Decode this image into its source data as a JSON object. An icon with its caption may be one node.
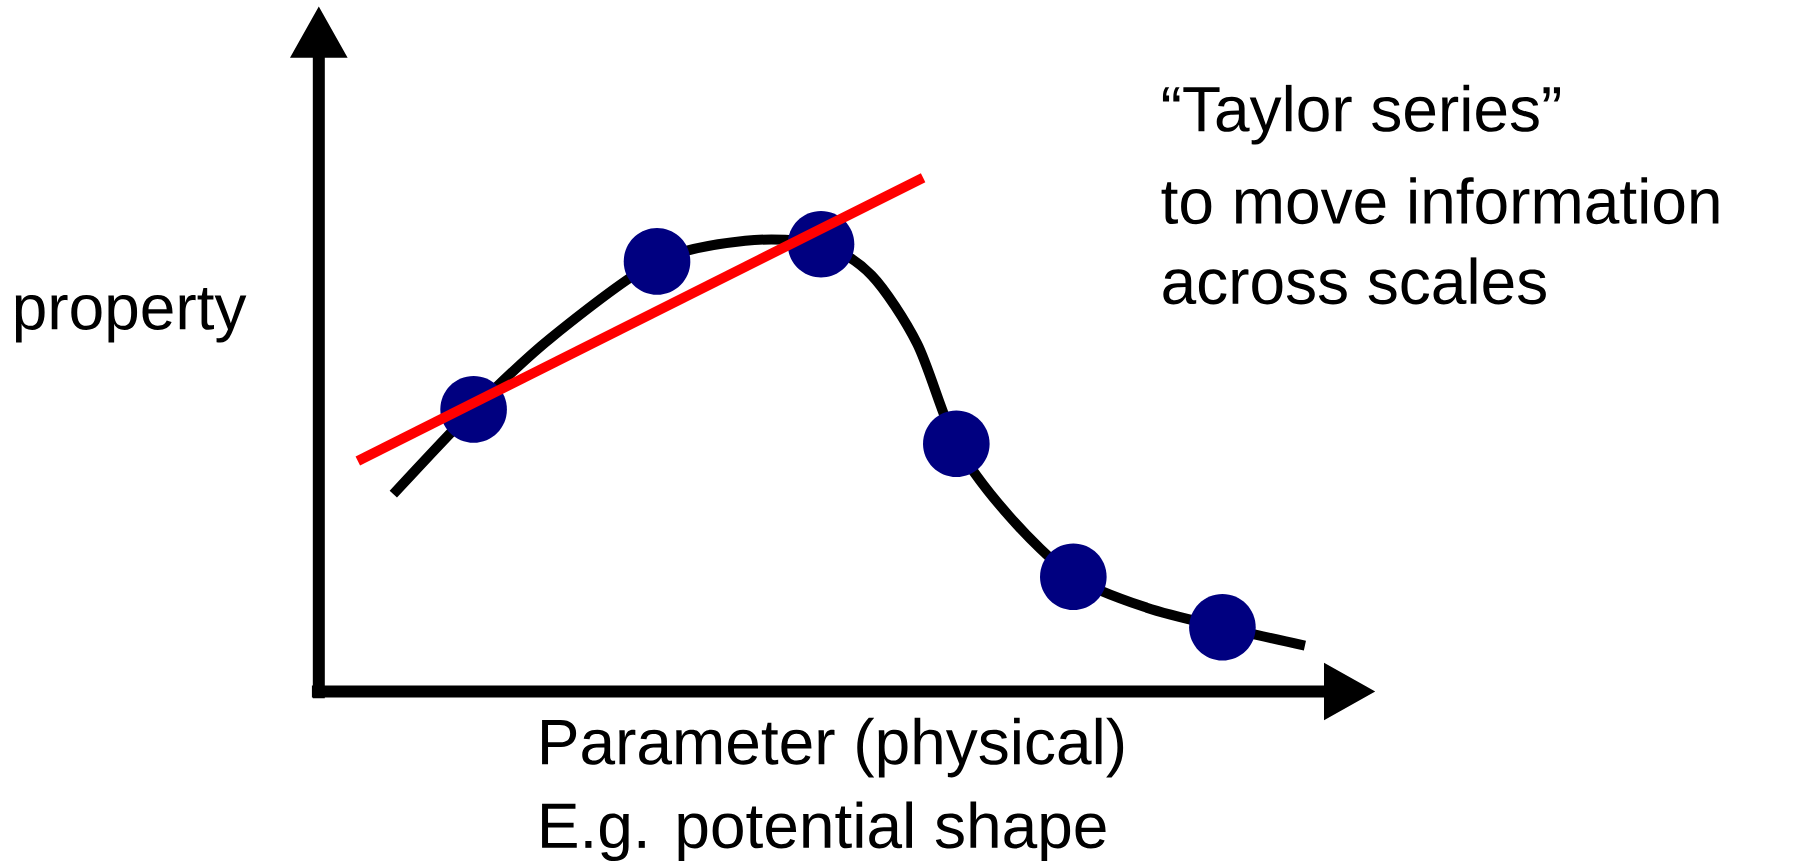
{
  "diagram": {
    "labels": [
      "“Taylor series”",
      "to move information",
      "across scales",
      "property",
      "Parameter (physical)",
      "E.g. potential shape"
    ]
  }
}
